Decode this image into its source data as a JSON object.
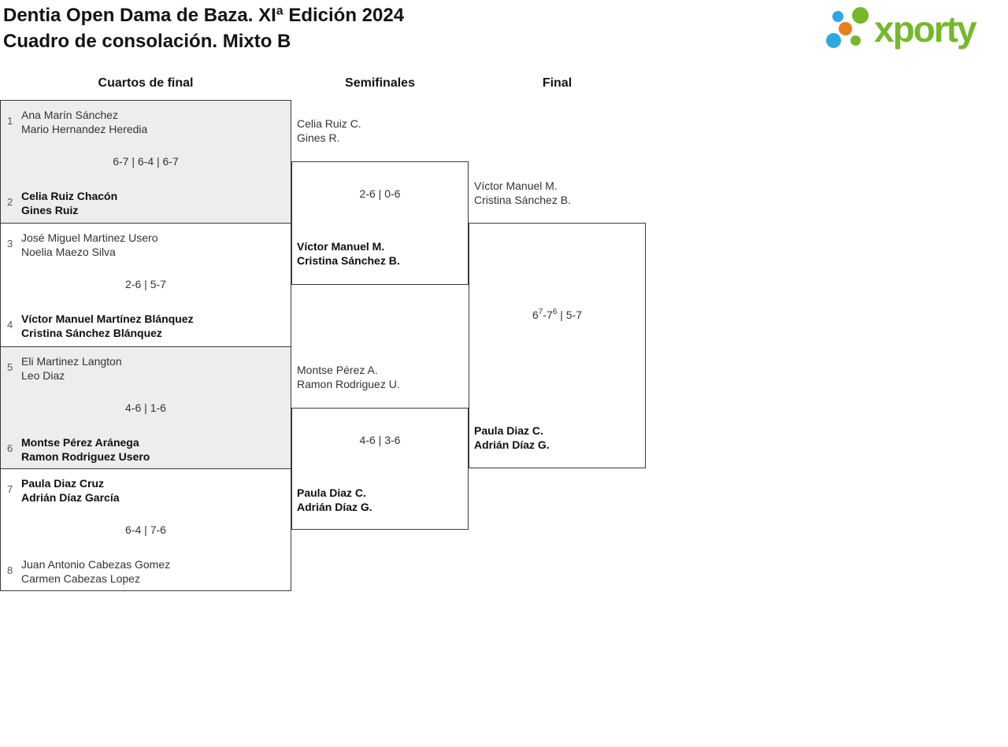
{
  "header": {
    "title_line1": "Dentia Open Dama de Baza. XIª Edición 2024",
    "title_line2": "Cuadro de consolación. Mixto B",
    "logo_text": "xporty"
  },
  "colors": {
    "logo_green": "#76b82a",
    "logo_blue": "#2ba9e0",
    "logo_orange": "#e87e1c",
    "match_alt_bg": "#ededed",
    "border": "#3a3a3a"
  },
  "round_headers": {
    "quarterfinals": "Cuartos de final",
    "semifinals": "Semifinales",
    "final": "Final"
  },
  "bracket": {
    "quarterfinals": [
      {
        "seed1": "1",
        "team1_line1": "Ana Marín Sánchez",
        "team1_line2": "Mario Hernandez Heredia",
        "team1_bold": false,
        "score": "6-7 | 6-4 | 6-7",
        "seed2": "2",
        "team2_line1": "Celia Ruiz Chacón",
        "team2_line2": "Gines Ruiz",
        "team2_bold": true
      },
      {
        "seed1": "3",
        "team1_line1": "José Miguel Martinez Usero",
        "team1_line2": "Noelia Maezo Silva",
        "team1_bold": false,
        "score": "2-6 | 5-7",
        "seed2": "4",
        "team2_line1": "Víctor Manuel Martínez Blánquez",
        "team2_line2": "Cristina Sánchez Blánquez",
        "team2_bold": true
      },
      {
        "seed1": "5",
        "team1_line1": "Eli Martinez Langton",
        "team1_line2": "Leo Diaz",
        "team1_bold": false,
        "score": "4-6 | 1-6",
        "seed2": "6",
        "team2_line1": "Montse Pérez Aránega",
        "team2_line2": "Ramon Rodriguez Usero",
        "team2_bold": true
      },
      {
        "seed1": "7",
        "team1_line1": "Paula Diaz Cruz",
        "team1_line2": "Adrián Díaz García",
        "team1_bold": true,
        "score": "6-4 | 7-6",
        "seed2": "8",
        "team2_line1": "Juan Antonio Cabezas Gomez",
        "team2_line2": "Carmen Cabezas Lopez",
        "team2_bold": false
      }
    ],
    "semifinals": [
      {
        "team1_line1": "Celia Ruiz C.",
        "team1_line2": "Gines R.",
        "team1_bold": false,
        "score": "2-6 | 0-6",
        "team2_line1": "Víctor Manuel M.",
        "team2_line2": "Cristina Sánchez B.",
        "team2_bold": true
      },
      {
        "team1_line1": "Montse Pérez A.",
        "team1_line2": "Ramon Rodriguez U.",
        "team1_bold": false,
        "score": "4-6 | 3-6",
        "team2_line1": "Paula Diaz C.",
        "team2_line2": "Adrián Díaz G.",
        "team2_bold": true
      }
    ],
    "final": {
      "team1_line1": "Víctor Manuel M.",
      "team1_line2": "Cristina Sánchez B.",
      "team1_bold": false,
      "score_p1": "6",
      "score_p1_sup": "7",
      "score_p2": "-7",
      "score_p2_sup": "6",
      "score_p3": " | 5-7",
      "team2_line1": "Paula Diaz C.",
      "team2_line2": "Adrián Díaz G.",
      "team2_bold": true
    }
  }
}
